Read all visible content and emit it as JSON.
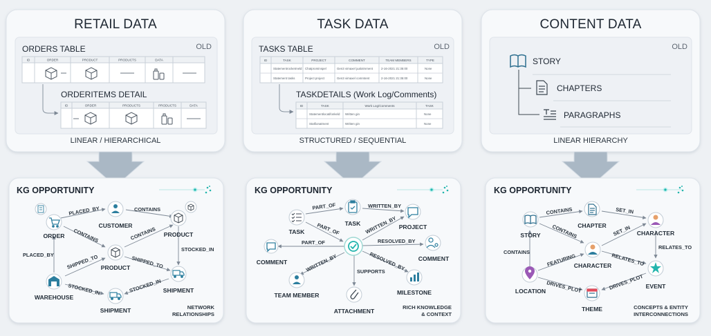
{
  "panels": [
    {
      "title": "RETAIL DATA",
      "old_label": "OLD",
      "table_title": "ORDERS TABLE",
      "table_headers": [
        "ID",
        "ORDER",
        "PRODUCT",
        "PRODUCTS",
        "DATA"
      ],
      "detail_title": "ORDERITEMS DETAIL",
      "detail_headers": [
        "ID",
        "ORDER",
        "PRODUCTS",
        "PRODUCTS",
        "DATA"
      ],
      "structure": "LINEAR / HIERARCHICAL",
      "kg_title": "KG OPPORTUNITY",
      "note": [
        "NETWORK",
        "RELATIONSHIPS"
      ],
      "nodes": [
        "ORDER",
        "CUSTOMER",
        "PRODUCT",
        "PRODUCT",
        "WAREHOUSE",
        "SHIPMENT",
        "SHIPMENT"
      ],
      "edges": [
        "PLACED_BY",
        "CONTAINS",
        "CONTAINS",
        "CONTAINS",
        "PLACED_BY",
        "SHIPPED_TO",
        "SHIPPED_TO",
        "STOCKED_IN",
        "STOCKED_IN",
        "STOCKED_IN"
      ]
    },
    {
      "title": "TASK DATA",
      "old_label": "OLD",
      "table_title": "TASKS TABLE",
      "table_headers": [
        "ID",
        "TASK",
        "PROJECT",
        "COMMENT",
        "TEAM MEMBERS",
        "TYPE"
      ],
      "table_rows": [
        [
          "",
          "Statementrocketmeld",
          "Chatprominspel",
          "Gen3 vimaxel jualotmment",
          "2-16-2021 21:35:00",
          "None"
        ],
        [
          "",
          "Statement tasks",
          "Project project",
          "Gen3 vimaxel commtent",
          "2-16-2021 21:35:00",
          "None"
        ]
      ],
      "detail_title": "TASKDETAILS (Work Log/Comments)",
      "detail_headers": [
        "ID",
        "TASK",
        "Work Log/Comments",
        "TASK"
      ],
      "detail_rows": [
        [
          "",
          "Statementlocatifonkeld",
          "Written gin",
          "None"
        ],
        [
          "",
          "Statfionatment",
          "Written gin",
          "None"
        ]
      ],
      "structure": "STRUCTURED / SEQUENTIAL",
      "kg_title": "KG OPPORTUNITY",
      "note": [
        "RICH KNOWLEDGE",
        "& CONTEXT"
      ],
      "nodes": [
        "TASK",
        "TASK",
        "PROJECT",
        "COMMENT",
        "COMMENT",
        "TEAM MEMBER",
        "ATTACHMENT",
        "MILESTONE"
      ],
      "edges": [
        "PART_OF",
        "WRITTEN_BY",
        "PART_OF",
        "WRITTEN_BY",
        "PART_OF",
        "RESOLVED_BY",
        "WRITTEN_BY",
        "SUPPORTS",
        "RESOLVED_BY"
      ]
    },
    {
      "title": "CONTENT DATA",
      "old_label": "OLD",
      "tree": [
        "STORY",
        "CHAPTERS",
        "PARAGRAPHS"
      ],
      "structure": "LINEAR HIERARCHY",
      "kg_title": "KG OPPORTUNITY",
      "note": [
        "CONCEPTS & ENTITY",
        "INTERCONNECTIONS"
      ],
      "nodes": [
        "STORY",
        "CHAPTER",
        "CHARACTER",
        "CHARACTER",
        "LOCATION",
        "THEME",
        "EVENT"
      ],
      "edges": [
        "CONTAINS",
        "SET_IN",
        "CONTAINS",
        "SET_IN",
        "RELATES_TO",
        "CONTAINS",
        "FEATURING",
        "RELATES_TO",
        "DRIVES_PLOT",
        "DRIVES_PLOT"
      ]
    }
  ],
  "colors": {
    "panel": "#f7f9fb",
    "accent": "#23b5ad",
    "node_icon": "#2c7e9e",
    "arrow": "#a5b3c1",
    "edge": "#7d8895"
  }
}
